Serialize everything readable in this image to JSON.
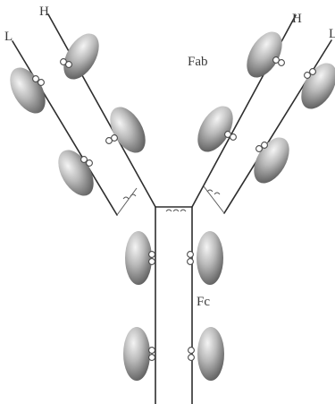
{
  "diagram": {
    "labels": {
      "heavy_chain_left": "H",
      "light_chain_left": "L",
      "heavy_chain_right": "H",
      "light_chain_right": "L",
      "fab_region": "Fab",
      "fc_region": "Fc"
    },
    "colors": {
      "line": "#2e2e2e",
      "domain_light": "#f4f4f4",
      "domain_dark": "#5c5c5c",
      "background": "#ffffff"
    }
  }
}
